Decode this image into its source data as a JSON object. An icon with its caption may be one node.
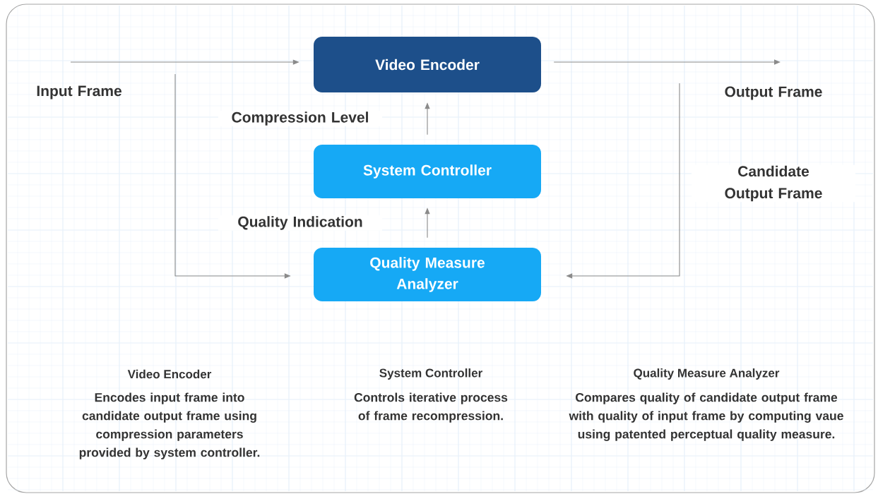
{
  "diagram": {
    "nodes": [
      {
        "text": [
          "Input Frame"
        ]
      },
      {
        "text": [
          "Video Encoder"
        ]
      },
      {
        "text": [
          "Output Frame"
        ]
      },
      {
        "text": [
          "System Controller"
        ]
      },
      {
        "text": [
          "Quality Measure Analyzer"
        ]
      }
    ],
    "edges": [
      {
        "from": 0,
        "to": 1,
        "arrow": "to"
      },
      {
        "from": 0,
        "to": 4,
        "arrow": "to"
      },
      {
        "from": 1,
        "to": 2,
        "arrow": "to"
      },
      {
        "from": null,
        "to": 4,
        "arrow": "to",
        "label": "Candidate Output Frame"
      },
      {
        "from": 3,
        "to": 1,
        "arrow": "to",
        "label": "Compression Level"
      },
      {
        "from": 4,
        "to": 3,
        "arrow": "to",
        "label": "Quality Indication"
      }
    ],
    "labels": [
      "Video Encoder",
      "System Controller",
      "Quality Measure Analyzer",
      "Encodes input frame into candidate output frame using compression parameters provided by system controller.",
      "Controls iterative process of frame recompression.",
      "Compares quality of candidate output frame with quality of input frame by computing vaue using patented perceptual quality measure."
    ]
  }
}
